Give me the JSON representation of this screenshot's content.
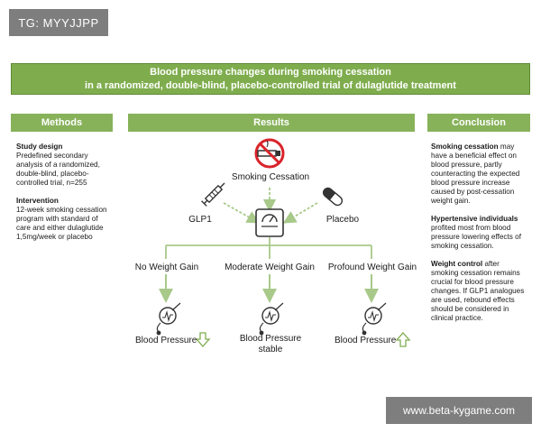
{
  "watermarks": {
    "top": "TG: MYYJJPP",
    "bottom": "www.beta-kygame.com"
  },
  "title": {
    "line1": "Blood pressure changes during smoking cessation",
    "line2": "in a randomized, double-blind, placebo-controlled trial of dulaglutide treatment"
  },
  "methods": {
    "header": "Methods",
    "study_design_heading": "Study design",
    "study_design_text": "Predefined secondary analysis of a randomized, double-blind, placebo-controlled trial, n=255",
    "intervention_heading": "Intervention",
    "intervention_text": "12-week smoking cessation program with standard of care and either dulaglutide 1,5mg/week or placebo"
  },
  "results": {
    "header": "Results",
    "smoking_cessation": "Smoking Cessation",
    "glp1": "GLP1",
    "placebo": "Placebo",
    "no_weight_gain": "No Weight Gain",
    "moderate_weight_gain": "Moderate Weight Gain",
    "profound_weight_gain": "Profound Weight Gain",
    "bp_left": "Blood Pressure",
    "bp_center_line1": "Blood Pressure",
    "bp_center_line2": "stable",
    "bp_right": "Blood Pressure"
  },
  "conclusion": {
    "header": "Conclusion",
    "p1_bold": "Smoking cessation",
    "p1_text": " may have a beneficial effect on blood pressure, partly counteracting the expected blood pressure increase caused by post-cessation weight gain.",
    "p2_bold": "Hypertensive individuals",
    "p2_text": " profited most from blood pressure lowering effects of smoking cessation.",
    "p3_bold": "Weight control",
    "p3_text": " after smoking cessation remains crucial for blood pressure changes. If GLP1 analogues are used, rebound effects should be considered in clinical practice."
  },
  "colors": {
    "green": "#7fad4e",
    "light_green": "#a8c98a",
    "dark": "#333333",
    "red": "#d9232a"
  },
  "icons": [
    "no-smoking-icon",
    "syringe-icon",
    "pill-icon",
    "scale-icon",
    "blood-pressure-gauge-icon",
    "arrow-down-icon",
    "arrow-up-icon"
  ]
}
